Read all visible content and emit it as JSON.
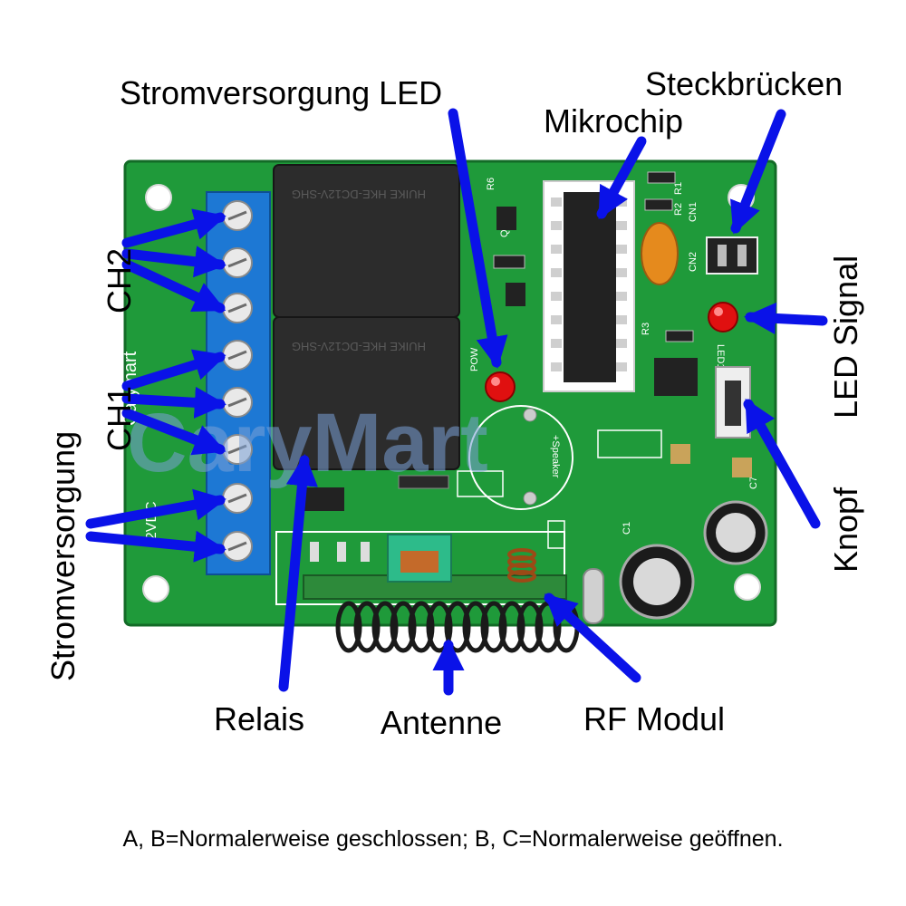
{
  "labels": {
    "power_led": "Stromversorgung LED",
    "microchip": "Mikrochip",
    "jumpers": "Steckbrücken",
    "led_signal": "LED Signal",
    "button": "Knopf",
    "ch2": "CH2",
    "ch1": "CH1",
    "power_supply": "Stromversorgung",
    "relay": "Relais",
    "antenna": "Antenne",
    "rf_module": "RF Modul"
  },
  "footnote": "A, B=Normalerweise geschlossen; B, C=Normalerweise geöffnen.",
  "board_silkscreen": {
    "brand": "Carymart",
    "voltage": "12VDC",
    "pow": "POW",
    "speaker": "+Speaker",
    "led1": "LED1",
    "cn1": "CN1",
    "cn2": "CN2",
    "r1": "R1",
    "r2": "R2",
    "r3": "R3",
    "r6": "R6",
    "q2": "Q2",
    "c1": "C1",
    "c7": "C7"
  },
  "relay_marking": "HUIKE HKE-DC12V-SHG",
  "watermark": "CaryMart",
  "colors": {
    "arrow": "#0a12e8",
    "pcb": "#1f9a3a",
    "terminal": "#1d78d4",
    "relay": "#2c2c2c",
    "led": "#e01010",
    "watermark": "#7aa0d6"
  }
}
